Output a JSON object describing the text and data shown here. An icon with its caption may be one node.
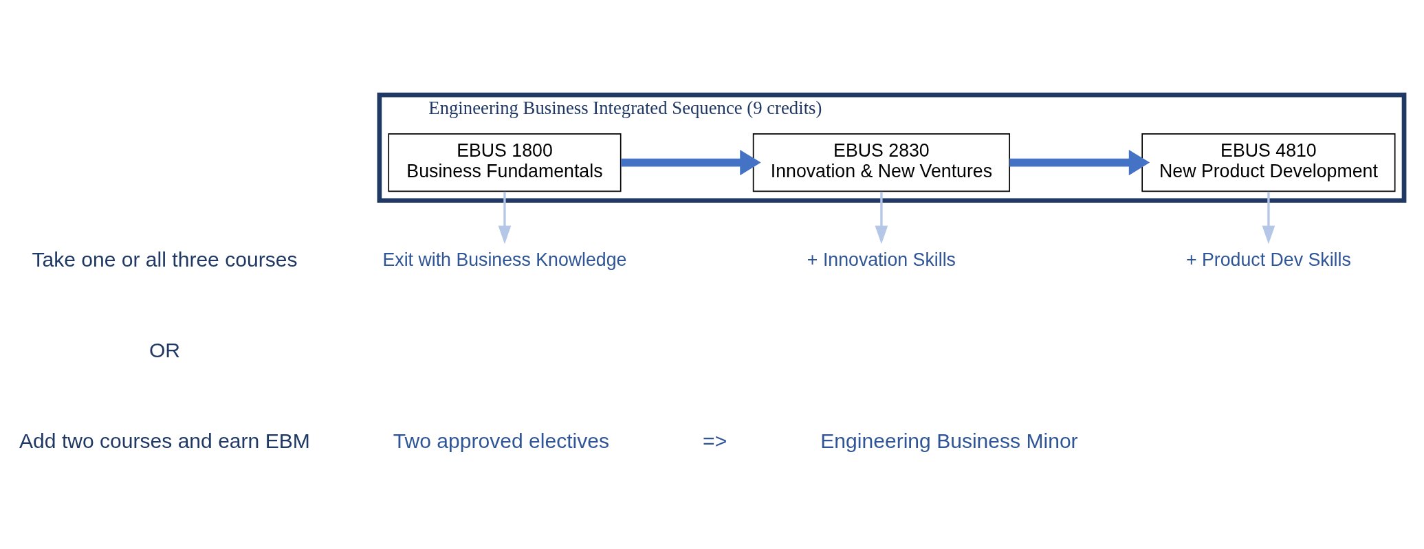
{
  "diagram": {
    "nodes": [
      {
        "text": [
          "Engineering Business Integrated Sequence (9 credits)"
        ]
      },
      {
        "text": [
          "EBUS 1800",
          "Business Fundamentals"
        ],
        "in": 0
      },
      {
        "text": [
          "EBUS 2830",
          "Innovation & New Ventures"
        ],
        "in": 0
      },
      {
        "text": [
          "EBUS 4810",
          "New Product Development"
        ],
        "in": 0
      },
      {
        "text": [
          "Exit with Business Knowledge"
        ]
      },
      {
        "text": [
          "+ Innovation Skills"
        ]
      },
      {
        "text": [
          "+ Product Dev Skills"
        ]
      }
    ],
    "edges": [
      {
        "from": 1,
        "to": 2,
        "arrow": "to",
        "style": "thick",
        "color": "#4472c4"
      },
      {
        "from": 2,
        "to": 3,
        "arrow": "to",
        "style": "thick",
        "color": "#4472c4"
      },
      {
        "from": 1,
        "to": 4,
        "arrow": "to"
      },
      {
        "from": 2,
        "to": 5,
        "arrow": "to"
      },
      {
        "from": 3,
        "to": 6,
        "arrow": "to"
      }
    ],
    "labels": [
      "Take one or all three courses",
      "OR",
      "Add two courses and earn EBM",
      "Two approved electives",
      "=>",
      "Engineering Business Minor"
    ]
  }
}
